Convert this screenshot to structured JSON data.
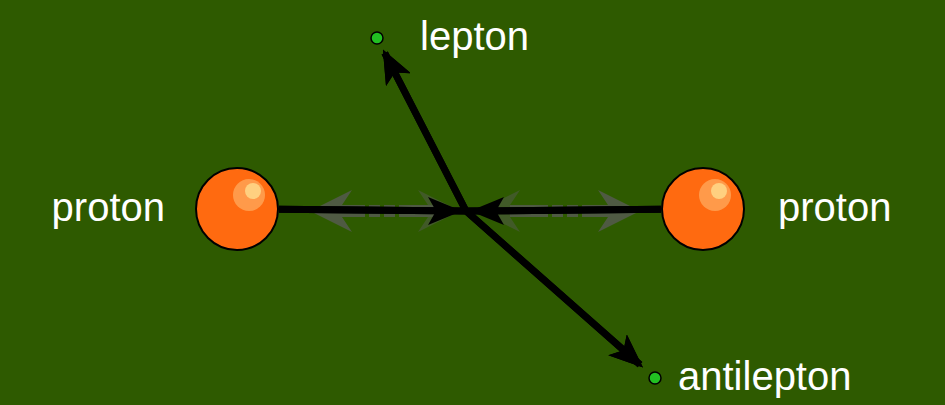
{
  "diagram": {
    "nodes": [
      {
        "text": [
          "proton"
        ]
      },
      {
        "text": [
          "proton"
        ]
      },
      {
        "text": [
          "lepton"
        ]
      },
      {
        "text": [
          "antilepton"
        ]
      }
    ],
    "edges": [
      {
        "from": 0,
        "to": 2,
        "arrow": "to"
      },
      {
        "from": 0,
        "to": 3,
        "arrow": "to"
      },
      {
        "from": 1,
        "to": 2,
        "arrow": "to"
      },
      {
        "from": 1,
        "to": 3,
        "arrow": "to"
      }
    ]
  }
}
